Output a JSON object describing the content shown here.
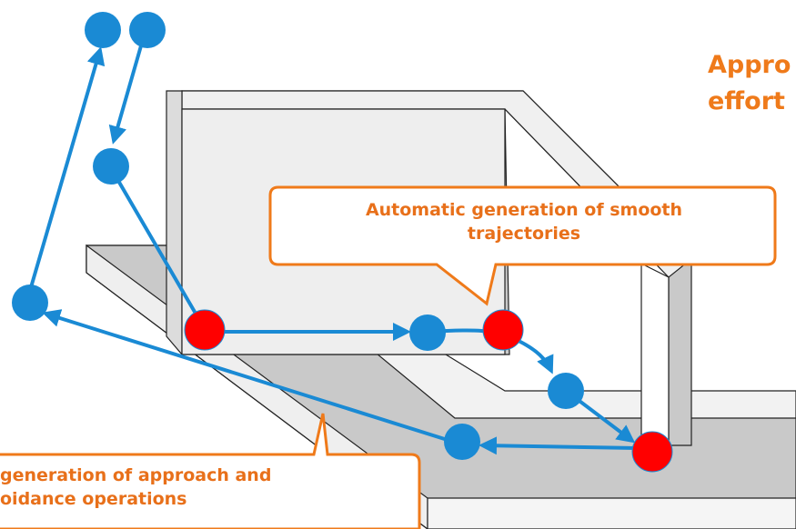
{
  "heading": {
    "line1": "Appro",
    "line2": "effort"
  },
  "callout_top": {
    "line1": "Automatic generation of smooth",
    "line2": "trajectories"
  },
  "callout_bottom": {
    "line1": "generation of approach and",
    "line2": "oidance operations"
  },
  "colors": {
    "waypoint": "#1a8ad4",
    "teach_point": "#ff0000",
    "arrow": "#1a8ad4",
    "callout_border": "#ef7a1a",
    "callout_text": "#e8701a",
    "workpiece_face": "#c8c8c8",
    "workpiece_light": "#f2f2f2"
  }
}
